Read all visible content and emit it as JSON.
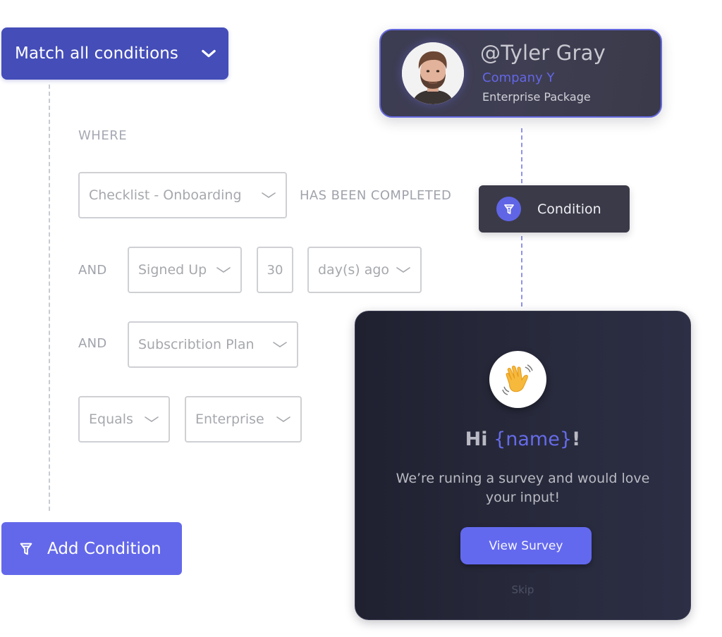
{
  "match_button": {
    "label": "Match all conditions",
    "icon": "chevron-down-icon"
  },
  "rules": {
    "where_label": "WHERE",
    "row1": {
      "select": "Checklist - Onboarding",
      "operator_text": "HAS BEEN COMPLETED"
    },
    "row2": {
      "connector": "AND",
      "select": "Signed Up",
      "number": "30",
      "unit_select": "day(s) ago"
    },
    "row3": {
      "connector": "AND",
      "select": "Subscribtion Plan"
    },
    "row4": {
      "operator_select": "Equals",
      "value_select": "Enterprise"
    }
  },
  "add_button": {
    "label": "Add Condition",
    "icon": "funnel-icon"
  },
  "profile": {
    "name": "@Tyler Gray",
    "company": "Company Y",
    "plan": "Enterprise Package"
  },
  "condition_node": {
    "label": "Condition",
    "icon": "funnel-icon"
  },
  "survey": {
    "icon": "waving-hand-icon",
    "greeting_hi": "Hi",
    "greeting_token": "{name}",
    "greeting_suffix": "!",
    "message": "We’re runing a survey and would love your input!",
    "primary_button": "View Survey",
    "skip_link": "Skip"
  },
  "colors": {
    "primary": "#6368ea",
    "primary_dark": "#444db8",
    "card_dark": "#262839"
  }
}
